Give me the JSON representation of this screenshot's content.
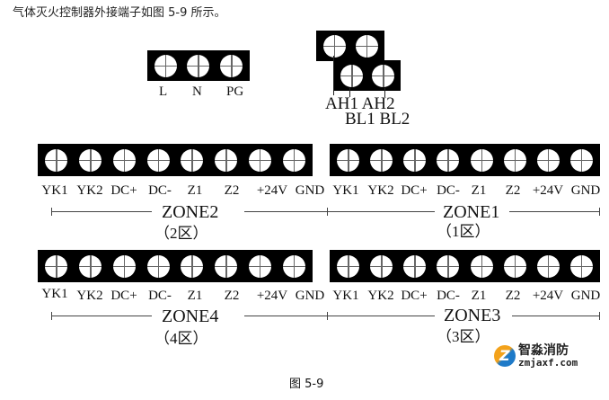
{
  "intro_text": "气体灭火控制器外接端子如图 5-9 所示。",
  "power_block": {
    "terminals": [
      "L",
      "N",
      "PG"
    ]
  },
  "ah_bl_block": {
    "upper_terminals": [
      "AH1",
      "AH2"
    ],
    "lower_terminals": [
      "BL1",
      "BL2"
    ],
    "label_row1": "AH1 AH2",
    "label_row2": "BL1 BL2"
  },
  "zone_terminal_labels": [
    "YK1",
    "YK2",
    "DC+",
    "DC-",
    "Z1",
    "Z2",
    "+24V",
    "GND"
  ],
  "zones": [
    {
      "id": "zone2",
      "name": "ZONE2",
      "sub": "（2区）"
    },
    {
      "id": "zone1",
      "name": "ZONE1",
      "sub": "（1区）"
    },
    {
      "id": "zone4",
      "name": "ZONE4",
      "sub": "（4区）"
    },
    {
      "id": "zone3",
      "name": "ZONE3",
      "sub": "（3区）"
    }
  ],
  "caption": "图 5-9",
  "watermark": {
    "name": "智淼消防",
    "url": "zmjaxf.com"
  },
  "colors": {
    "block": "#000000",
    "screw": "#ffffff",
    "cross": "#666666",
    "logo_orange": "#f3a21b",
    "logo_blue": "#1e7ac8"
  }
}
